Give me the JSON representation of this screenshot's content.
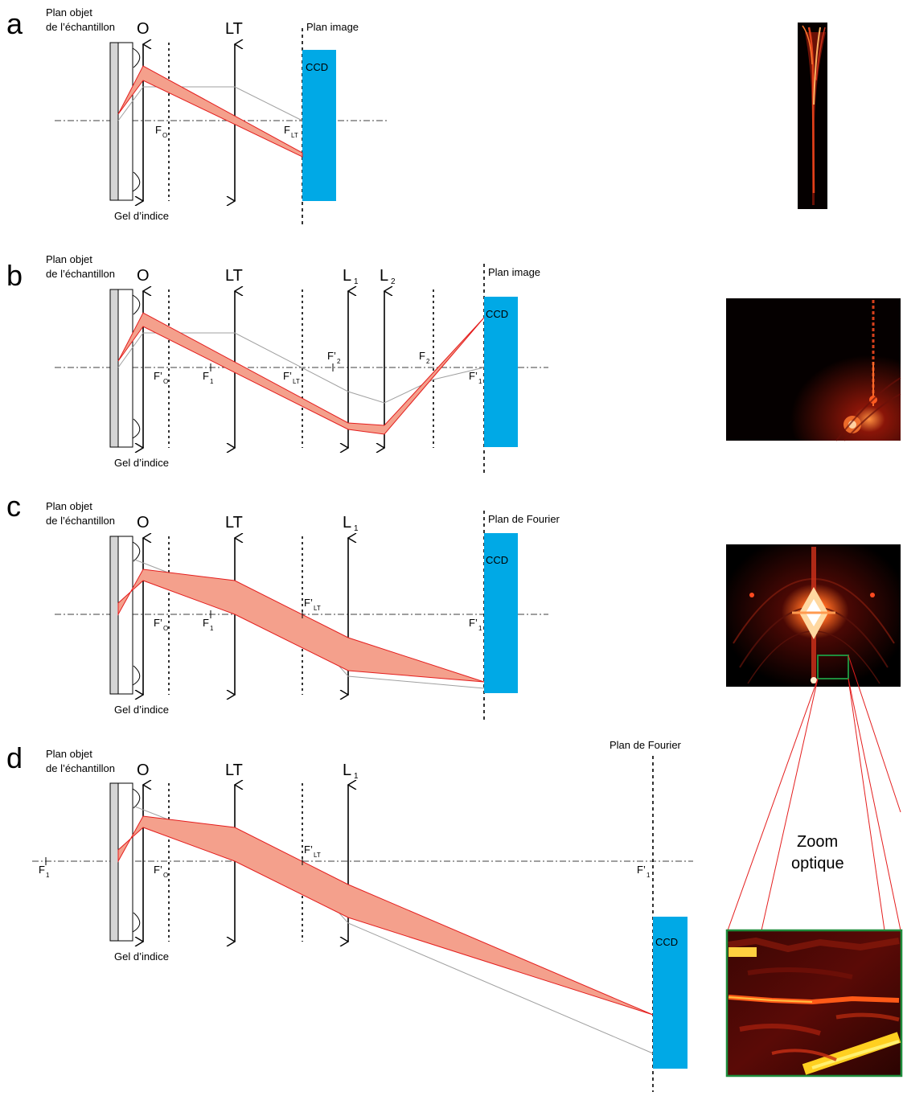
{
  "panels": [
    {
      "letter": "a",
      "sample_label_1": "Plan objet",
      "sample_label_2": "de l’échantillon",
      "gel_label": "Gel d’indice",
      "plane_label": "Plan image",
      "lens_labels": {
        "O": "O",
        "LT": "LT"
      },
      "ccd_label": "CCD",
      "focal_labels": [
        {
          "main": "F",
          "sub": "O"
        },
        {
          "main": "F",
          "sub": "LT"
        }
      ]
    },
    {
      "letter": "b",
      "sample_label_1": "Plan objet",
      "sample_label_2": "de l’échantillon",
      "gel_label": "Gel d’indice",
      "plane_label": "Plan image",
      "lens_labels": {
        "O": "O",
        "LT": "LT",
        "L1": "L",
        "L1_sub": "1",
        "L2": "L",
        "L2_sub": "2"
      },
      "ccd_label": "CCD",
      "focal_labels": [
        {
          "main": "F’",
          "sub": "O"
        },
        {
          "main": "F",
          "sub": "1"
        },
        {
          "main": "F’",
          "sub": "LT"
        },
        {
          "main": "F’",
          "sub": "2"
        },
        {
          "main": "F",
          "sub": "2"
        },
        {
          "main": "F’",
          "sub": "1"
        }
      ]
    },
    {
      "letter": "c",
      "sample_label_1": "Plan objet",
      "sample_label_2": "de l’échantillon",
      "gel_label": "Gel d’indice",
      "plane_label": "Plan de Fourier",
      "lens_labels": {
        "O": "O",
        "LT": "LT",
        "L1": "L",
        "L1_sub": "1"
      },
      "ccd_label": "CCD",
      "focal_labels": [
        {
          "main": "F’",
          "sub": "O"
        },
        {
          "main": "F",
          "sub": "1"
        },
        {
          "main": "F’",
          "sub": "LT"
        },
        {
          "main": "F’",
          "sub": "1"
        }
      ]
    },
    {
      "letter": "d",
      "sample_label_1": "Plan objet",
      "sample_label_2": "de l’échantillon",
      "gel_label": "Gel d’indice",
      "plane_label": "Plan de Fourier",
      "lens_labels": {
        "O": "O",
        "LT": "LT",
        "L1": "L",
        "L1_sub": "1"
      },
      "ccd_label": "CCD",
      "focal_labels": [
        {
          "main": "F",
          "sub": "1"
        },
        {
          "main": "F’",
          "sub": "O"
        },
        {
          "main": "F’",
          "sub": "LT"
        },
        {
          "main": "F’",
          "sub": "1"
        }
      ]
    }
  ],
  "zoom_label_1": "Zoom",
  "zoom_label_2": "optique",
  "colors": {
    "ccd": "#00a9e6",
    "beam_fill": "#f4a08c",
    "beam_stroke": "#e41e1e",
    "ray_gray": "#a0a0a0",
    "sample_gray": "#d4d4d4",
    "zoom_frame": "#1e8c3c"
  }
}
